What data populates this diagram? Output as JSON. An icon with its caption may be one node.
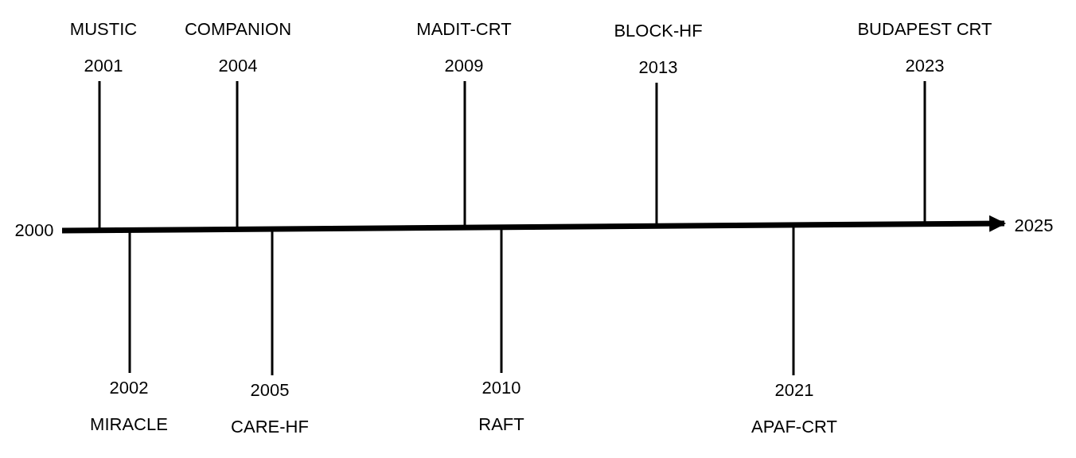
{
  "diagram": {
    "nodes": [
      {
        "text": [
          "2000"
        ]
      },
      {
        "text": [
          "MUSTIC",
          "2001"
        ]
      },
      {
        "text": [
          "2002",
          "MIRACLE"
        ]
      },
      {
        "text": [
          "COMPANION",
          "2004"
        ]
      },
      {
        "text": [
          "2005",
          "CARE-HF"
        ]
      },
      {
        "text": [
          "MADIT-CRT",
          "2009"
        ]
      },
      {
        "text": [
          "2010",
          "RAFT"
        ]
      },
      {
        "text": [
          "BLOCK-HF",
          "2013"
        ]
      },
      {
        "text": [
          "2021",
          "APAF-CRT"
        ]
      },
      {
        "text": [
          "BUDAPEST CRT",
          "2023"
        ]
      },
      {
        "text": [
          "2025"
        ]
      }
    ],
    "edges": [
      {
        "from": 0,
        "to": 10,
        "arrow": "to",
        "style": "thick"
      },
      {
        "from": 1,
        "to": null,
        "arrow": "none"
      },
      {
        "from": 2,
        "to": null,
        "arrow": "none"
      },
      {
        "from": 3,
        "to": null,
        "arrow": "none"
      },
      {
        "from": 4,
        "to": null,
        "arrow": "none"
      },
      {
        "from": 5,
        "to": null,
        "arrow": "none"
      },
      {
        "from": 6,
        "to": null,
        "arrow": "none"
      },
      {
        "from": 7,
        "to": null,
        "arrow": "none"
      },
      {
        "from": 8,
        "to": null,
        "arrow": "none"
      },
      {
        "from": 9,
        "to": null,
        "arrow": "none"
      }
    ]
  }
}
